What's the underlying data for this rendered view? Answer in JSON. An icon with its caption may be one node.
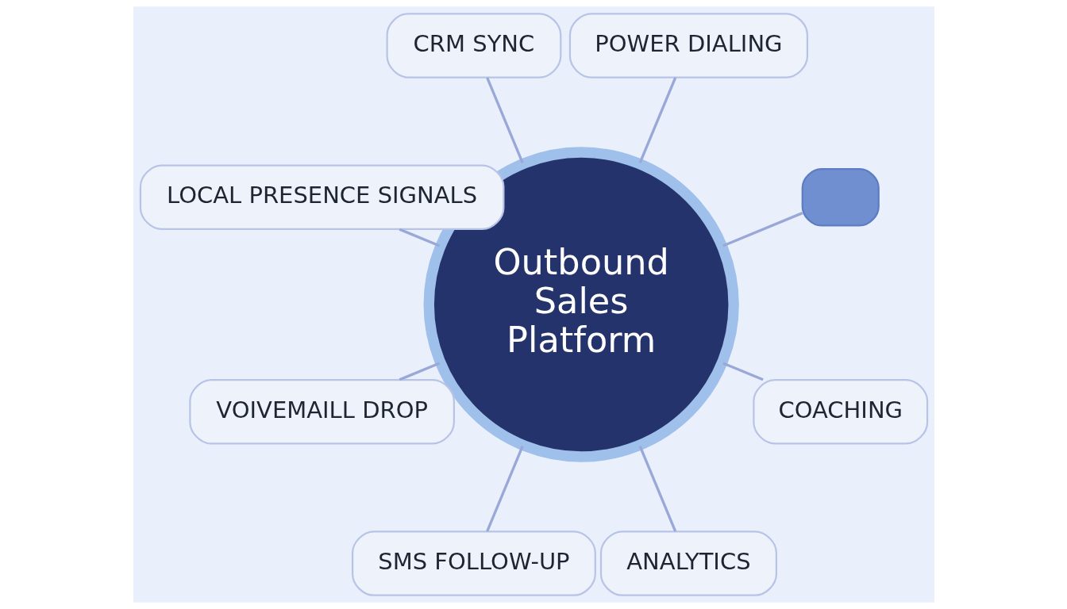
{
  "diagram": {
    "nodes": [
      {
        "text": [
          "Outbound Sales Platform"
        ]
      },
      {
        "text": [],
        "shape": "box"
      },
      {
        "text": [
          "POWER DIALING"
        ]
      },
      {
        "text": [
          "CRM SYNC"
        ]
      },
      {
        "text": [
          "LOCAL PRESENCE SIGNALS"
        ]
      },
      {
        "text": [
          "VOIVEMAILL DROP"
        ]
      },
      {
        "text": [
          "SMS FOLLOW-UP"
        ]
      },
      {
        "text": [
          "ANALYTICS"
        ]
      },
      {
        "text": [
          "COACHING"
        ]
      }
    ],
    "edges": [
      {
        "from": 0,
        "to": 1,
        "arrow": "none"
      },
      {
        "from": 0,
        "to": 2,
        "arrow": "none"
      },
      {
        "from": 0,
        "to": 3,
        "arrow": "none"
      },
      {
        "from": 0,
        "to": 4,
        "arrow": "none"
      },
      {
        "from": 0,
        "to": 5,
        "arrow": "none"
      },
      {
        "from": 0,
        "to": 6,
        "arrow": "none"
      },
      {
        "from": 0,
        "to": 7,
        "arrow": "none"
      },
      {
        "from": 0,
        "to": 8,
        "arrow": "none"
      }
    ]
  }
}
